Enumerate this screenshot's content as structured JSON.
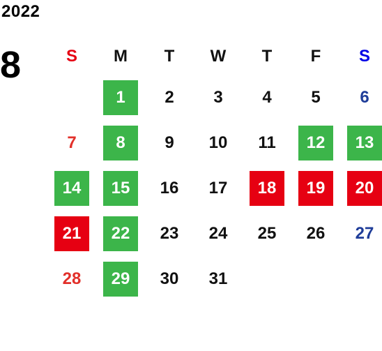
{
  "year": "2022",
  "month": "8",
  "weekdays": [
    "S",
    "M",
    "T",
    "W",
    "T",
    "F",
    "S"
  ],
  "weeks": [
    [
      "",
      "1",
      "2",
      "3",
      "4",
      "5",
      "6"
    ],
    [
      "7",
      "8",
      "9",
      "10",
      "11",
      "12",
      "13"
    ],
    [
      "14",
      "15",
      "16",
      "17",
      "18",
      "19",
      "20"
    ],
    [
      "21",
      "22",
      "23",
      "24",
      "25",
      "26",
      "27"
    ],
    [
      "28",
      "29",
      "30",
      "31",
      "",
      "",
      ""
    ]
  ],
  "colors": {
    "holiday_green": "#3cb54a",
    "event_red": "#e60012",
    "sunday_red": "#e2302a",
    "saturday_blue": "#1f3d99",
    "text_black": "#111111"
  }
}
